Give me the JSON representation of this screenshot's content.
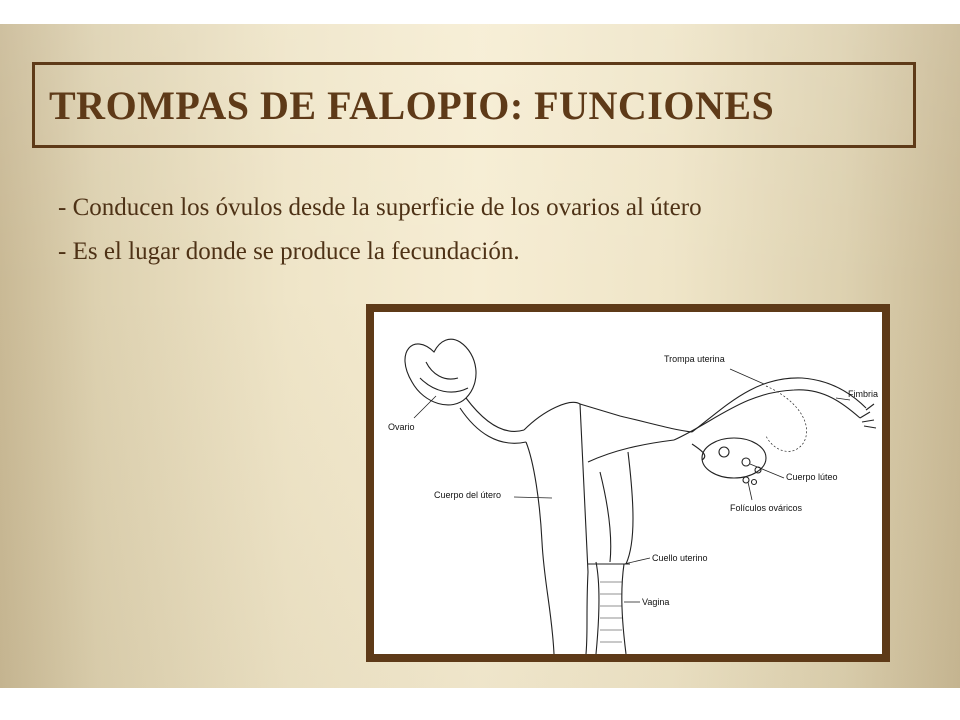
{
  "slide": {
    "title": "TROMPAS DE FALOPIO: FUNCIONES",
    "bullets": [
      "- Conducen los óvulos desde la superficie de los ovarios al útero",
      "- Es el lugar donde se produce la fecundación."
    ]
  },
  "figure": {
    "labels": {
      "trompa_uterina": "Trompa uterina",
      "fimbria": "Fimbria",
      "ovario": "Ovario",
      "cuerpo_luteo": "Cuerpo lúteo",
      "cuerpo_del_utero": "Cuerpo del útero",
      "foliculos_ovaricos": "Folículos ováricos",
      "cuello_uterino": "Cuello uterino",
      "vagina": "Vagina"
    }
  },
  "colors": {
    "title": "#5e3a18",
    "frame": "#5e3a18",
    "text": "#4e3216"
  }
}
